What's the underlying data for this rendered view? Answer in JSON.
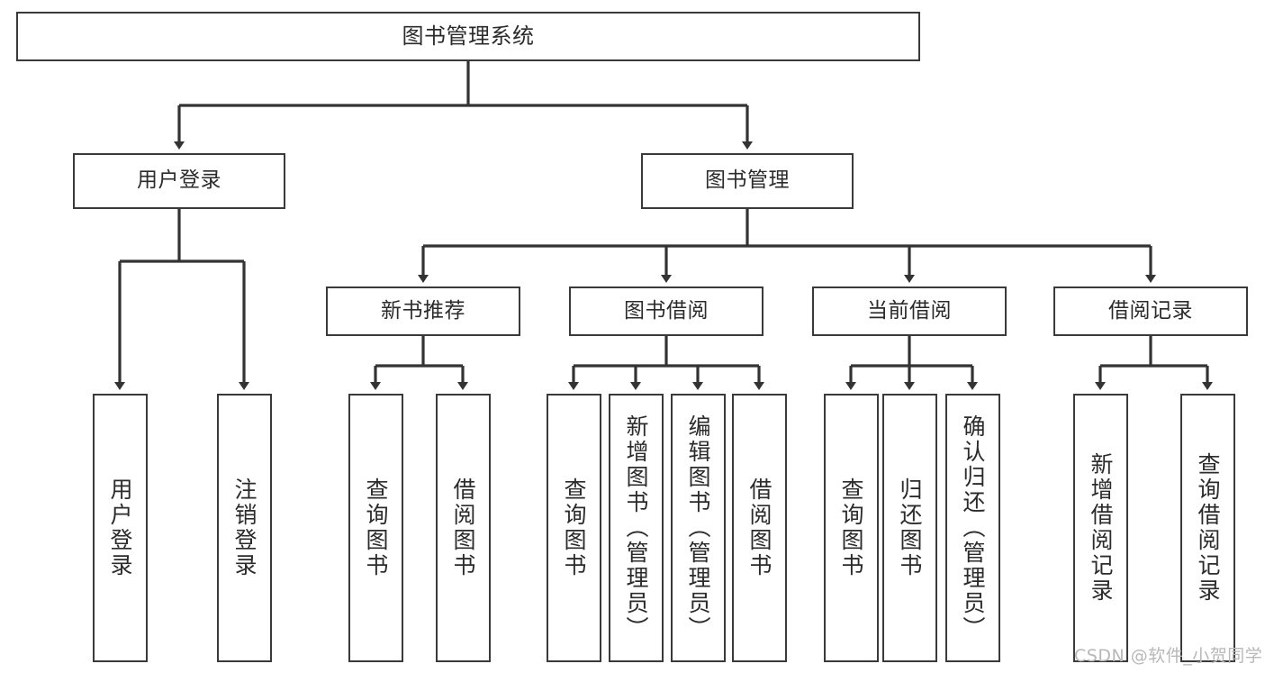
{
  "diagram": {
    "title": "图书管理系统",
    "type": "hierarchy-tree",
    "watermark": "CSDN @软件_小贺同学",
    "colors": {
      "box_border": "#3a3a3a",
      "box_fill": "#ffffff",
      "edge": "#333333",
      "text": "#2b2b2b",
      "watermark": "#b8b8b8",
      "background": "#ffffff"
    },
    "nodes": {
      "root": {
        "label": "图书管理系统"
      },
      "level2": [
        {
          "label": "用户登录"
        },
        {
          "label": "图书管理"
        }
      ],
      "level3": [
        {
          "label": "新书推荐"
        },
        {
          "label": "图书借阅"
        },
        {
          "label": "当前借阅"
        },
        {
          "label": "借阅记录"
        }
      ],
      "leaves_user_login": [
        {
          "label": "用户登录"
        },
        {
          "label": "注销登录"
        }
      ],
      "leaves_new_book": [
        {
          "label": "查询图书"
        },
        {
          "label": "借阅图书"
        }
      ],
      "leaves_borrow": [
        {
          "label": "查询图书"
        },
        {
          "label": "新增图书（管理员）"
        },
        {
          "label": "编辑图书（管理员）"
        },
        {
          "label": "借阅图书"
        }
      ],
      "leaves_current": [
        {
          "label": "查询图书"
        },
        {
          "label": "归还图书"
        },
        {
          "label": "确认归还（管理员）"
        }
      ],
      "leaves_record": [
        {
          "label": "新增借阅记录"
        },
        {
          "label": "查询借阅记录"
        }
      ]
    }
  }
}
